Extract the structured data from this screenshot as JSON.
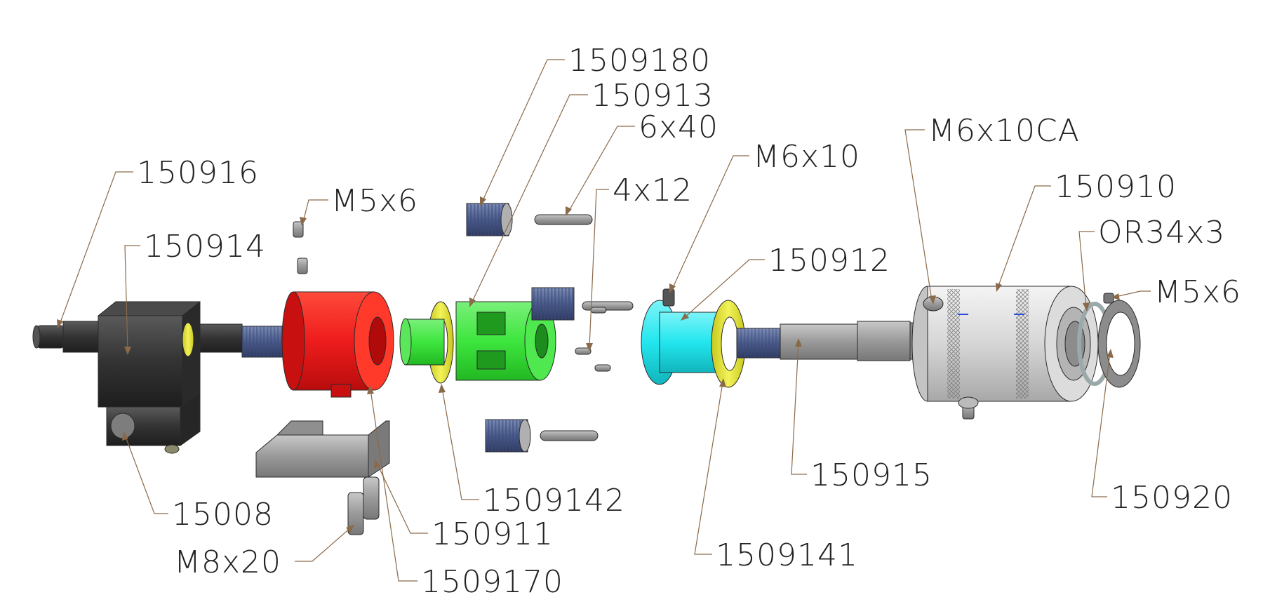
{
  "labels": {
    "p1509180": "1509180",
    "p150913": "150913",
    "p6x40": "6x40",
    "p4x12": "4x12",
    "pM6x10": "M6x10",
    "pM6x10CA": "M6x10CA",
    "p150910": "150910",
    "pOR34x3": "OR34x3",
    "pM5x6_right": "M5x6",
    "p150916": "150916",
    "pM5x6_left": "M5x6",
    "p150914": "150914",
    "p150912": "150912",
    "p150915": "150915",
    "p150920": "150920",
    "p15008": "15008",
    "p1509142": "1509142",
    "p150911": "150911",
    "pM8x20": "M8x20",
    "p1509170": "1509170",
    "p1509141": "1509141"
  },
  "colors": {
    "dark_body": "#3a3a3a",
    "red_part": "#ee1c1c",
    "green_part": "#3ee63e",
    "cyan_part": "#22e6ee",
    "yellow_washer": "#e6e63a",
    "silver_housing": "#d8d8d8",
    "blue_gear": "#4a5a8a",
    "leader_line": "#8a6a4a"
  }
}
